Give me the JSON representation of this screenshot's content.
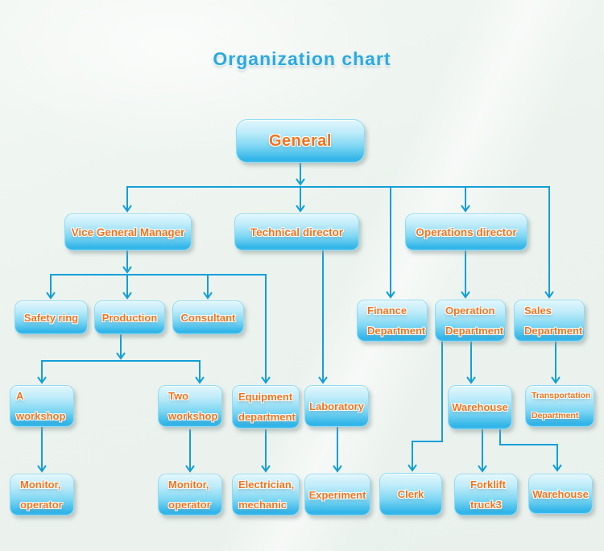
{
  "title": "Organization chart",
  "colors": {
    "title_text": "#2aa9e1",
    "node_text": "#f1731d",
    "node_border": "#8edcf6",
    "node_gradient_top": "#e2f7fd",
    "node_gradient_bottom": "#31b4e8",
    "connector": "#129fd9",
    "background": "#edf3ef"
  },
  "nodes": {
    "general": {
      "label": "General"
    },
    "vice_general_manager": {
      "label": "Vice General Manager"
    },
    "technical_director": {
      "label": "Technical director"
    },
    "operations_director": {
      "label": "Operations director"
    },
    "safety_ring": {
      "label": "Safety ring"
    },
    "production": {
      "label": "Production"
    },
    "consultant": {
      "label": "Consultant"
    },
    "finance_department": {
      "label": "Finance\nDepartment"
    },
    "operation_department": {
      "label": "Operation\nDepartment"
    },
    "sales_department": {
      "label": "Sales\nDepartment"
    },
    "a_workshop": {
      "label": "A workshop"
    },
    "two_workshop": {
      "label": "Two\nworkshop"
    },
    "equipment_department": {
      "label": "Equipment\ndepartment"
    },
    "laboratory": {
      "label": "Laboratory"
    },
    "warehouse_mid": {
      "label": "Warehouse"
    },
    "transportation_department": {
      "label": "Transportation\nDepartment"
    },
    "monitor_operator_1": {
      "label": "Monitor,\noperator"
    },
    "monitor_operator_2": {
      "label": "Monitor,\noperator"
    },
    "electrician_mechanic": {
      "label": "Electrician,\nmechanic"
    },
    "experiment": {
      "label": "Experiment"
    },
    "clerk": {
      "label": "Clerk"
    },
    "forklift_truck3": {
      "label": "Forklift\ntruck3"
    },
    "warehouse_bottom": {
      "label": "Warehouse"
    }
  },
  "edges": [
    {
      "from": "general",
      "to": "vice_general_manager"
    },
    {
      "from": "general",
      "to": "technical_director"
    },
    {
      "from": "general",
      "to": "finance_department"
    },
    {
      "from": "general",
      "to": "operations_director"
    },
    {
      "from": "general",
      "to": "sales_department"
    },
    {
      "from": "vice_general_manager",
      "to": "safety_ring"
    },
    {
      "from": "vice_general_manager",
      "to": "production"
    },
    {
      "from": "vice_general_manager",
      "to": "consultant"
    },
    {
      "from": "vice_general_manager",
      "to": "equipment_department"
    },
    {
      "from": "production",
      "to": "a_workshop"
    },
    {
      "from": "production",
      "to": "two_workshop"
    },
    {
      "from": "technical_director",
      "to": "laboratory"
    },
    {
      "from": "operations_director",
      "to": "operation_department"
    },
    {
      "from": "operation_department",
      "to": "clerk"
    },
    {
      "from": "operation_department",
      "to": "warehouse_mid"
    },
    {
      "from": "sales_department",
      "to": "transportation_department"
    },
    {
      "from": "warehouse_mid",
      "to": "forklift_truck3"
    },
    {
      "from": "warehouse_mid",
      "to": "warehouse_bottom"
    },
    {
      "from": "a_workshop",
      "to": "monitor_operator_1"
    },
    {
      "from": "two_workshop",
      "to": "monitor_operator_2"
    },
    {
      "from": "equipment_department",
      "to": "electrician_mechanic"
    },
    {
      "from": "laboratory",
      "to": "experiment"
    }
  ]
}
